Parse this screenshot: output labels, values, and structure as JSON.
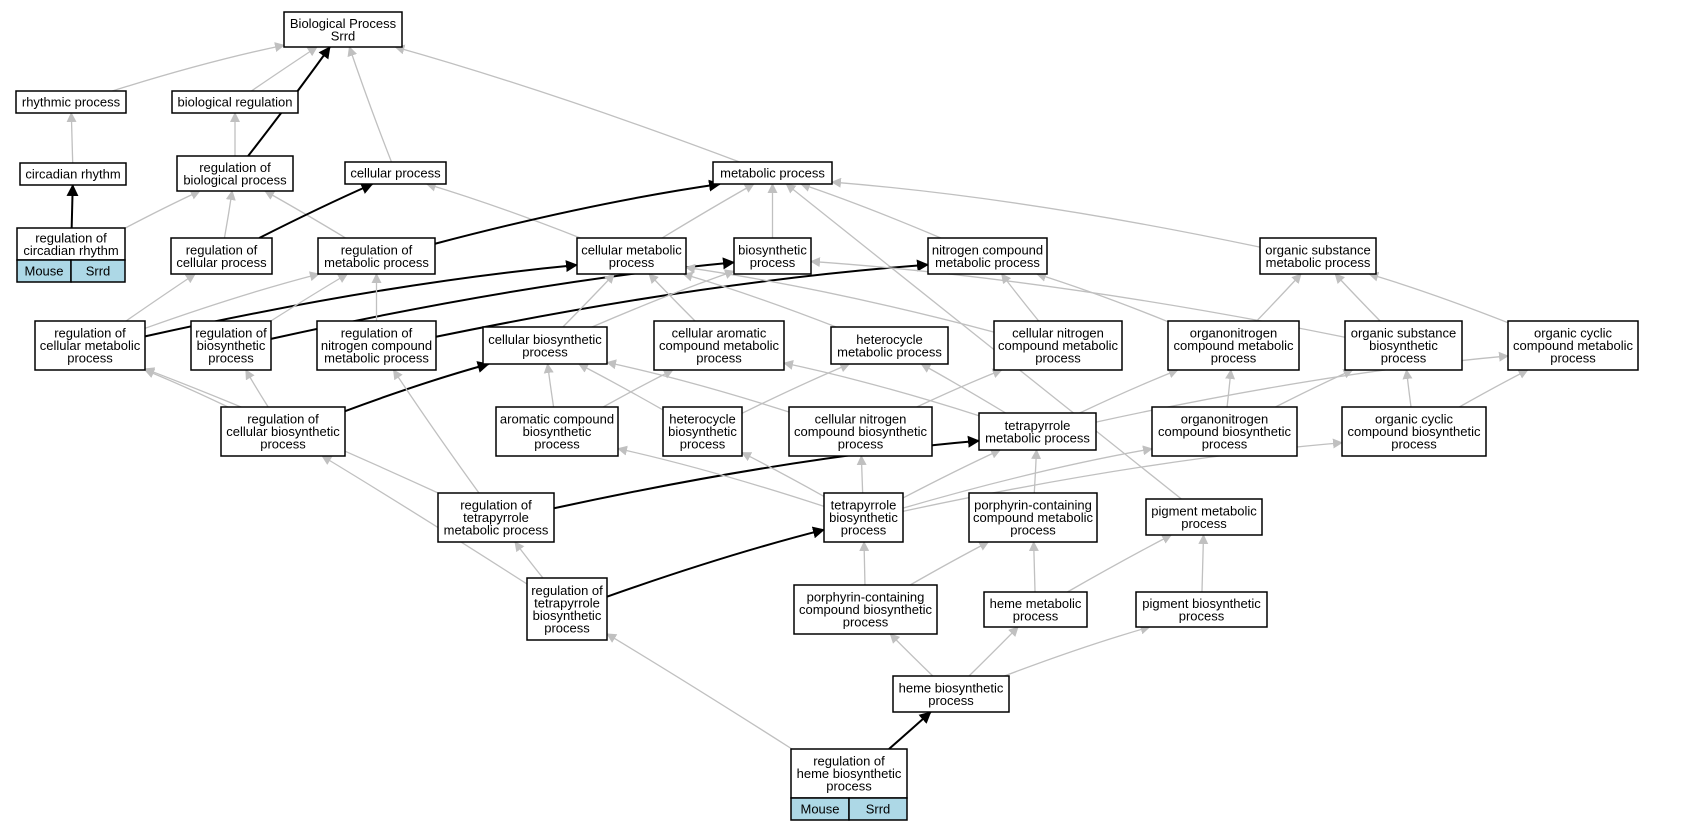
{
  "colors": {
    "node_fill": "#ffffff",
    "node_border": "#000000",
    "edge_inferred": "#c0c0c0",
    "edge_direct": "#000000",
    "organism_cell": "#add8e6"
  },
  "nodes": {
    "root": [
      "Biological Process",
      "Srrd"
    ],
    "rhythmic": [
      "rhythmic process"
    ],
    "bioreg": [
      "biological regulation"
    ],
    "circadian": [
      "circadian rhythm"
    ],
    "reg_bioproc": [
      "regulation of",
      "biological process"
    ],
    "cellproc": [
      "cellular process"
    ],
    "metproc": [
      "metabolic process"
    ],
    "reg_circ": [
      "regulation of",
      "circadian rhythm"
    ],
    "reg_cellproc": [
      "regulation of",
      "cellular process"
    ],
    "reg_metproc": [
      "regulation of",
      "metabolic process"
    ],
    "cellmet": [
      "cellular metabolic",
      "process"
    ],
    "biosyn": [
      "biosynthetic",
      "process"
    ],
    "nitro_met": [
      "nitrogen compound",
      "metabolic process"
    ],
    "orgsub_met": [
      "organic substance",
      "metabolic process"
    ],
    "reg_cellmet": [
      "regulation of",
      "cellular metabolic",
      "process"
    ],
    "reg_biosyn": [
      "regulation of",
      "biosynthetic",
      "process"
    ],
    "reg_nitro": [
      "regulation of",
      "nitrogen compound",
      "metabolic process"
    ],
    "cell_biosyn": [
      "cellular biosynthetic",
      "process"
    ],
    "cell_arom": [
      "cellular aromatic",
      "compound metabolic",
      "process"
    ],
    "hetero_met": [
      "heterocycle",
      "metabolic process"
    ],
    "cell_nitro": [
      "cellular nitrogen",
      "compound metabolic",
      "process"
    ],
    "orgnitro_met": [
      "organonitrogen",
      "compound metabolic",
      "process"
    ],
    "orgsub_bio": [
      "organic substance",
      "biosynthetic",
      "process"
    ],
    "orgcyc_met": [
      "organic cyclic",
      "compound metabolic",
      "process"
    ],
    "reg_cell_biosyn": [
      "regulation of",
      "cellular biosynthetic",
      "process"
    ],
    "arom_biosyn": [
      "aromatic compound",
      "biosynthetic",
      "process"
    ],
    "hetero_bio": [
      "heterocycle",
      "biosynthetic",
      "process"
    ],
    "cell_nitro_bio": [
      "cellular nitrogen",
      "compound biosynthetic",
      "process"
    ],
    "tetra_met": [
      "tetrapyrrole",
      "metabolic process"
    ],
    "orgnitro_bio": [
      "organonitrogen",
      "compound biosynthetic",
      "process"
    ],
    "orgcyc_bio": [
      "organic cyclic",
      "compound biosynthetic",
      "process"
    ],
    "reg_tetra": [
      "regulation of",
      "tetrapyrrole",
      "metabolic process"
    ],
    "tetra_bio": [
      "tetrapyrrole",
      "biosynthetic",
      "process"
    ],
    "porph_met": [
      "porphyrin-containing",
      "compound metabolic",
      "process"
    ],
    "pigment_met": [
      "pigment metabolic",
      "process"
    ],
    "reg_tetra_bio": [
      "regulation of",
      "tetrapyrrole",
      "biosynthetic",
      "process"
    ],
    "porph_bio": [
      "porphyrin-containing",
      "compound biosynthetic",
      "process"
    ],
    "heme_met": [
      "heme metabolic",
      "process"
    ],
    "pigment_bio": [
      "pigment biosynthetic",
      "process"
    ],
    "heme_bio": [
      "heme biosynthetic",
      "process"
    ],
    "reg_heme": [
      "regulation of",
      "heme biosynthetic",
      "process"
    ]
  },
  "organism_tags": {
    "reg_circ": [
      "Mouse",
      "Srrd"
    ],
    "reg_heme": [
      "Mouse",
      "Srrd"
    ]
  },
  "edges": [
    [
      "rhythmic",
      "root",
      "inferred"
    ],
    [
      "bioreg",
      "root",
      "inferred"
    ],
    [
      "reg_bioproc",
      "root",
      "direct"
    ],
    [
      "cellproc",
      "root",
      "inferred"
    ],
    [
      "metproc",
      "root",
      "inferred"
    ],
    [
      "circadian",
      "rhythmic",
      "inferred"
    ],
    [
      "reg_bioproc",
      "bioreg",
      "inferred"
    ],
    [
      "reg_circ",
      "circadian",
      "direct"
    ],
    [
      "reg_circ",
      "reg_bioproc",
      "inferred"
    ],
    [
      "reg_cellproc",
      "reg_bioproc",
      "inferred"
    ],
    [
      "reg_metproc",
      "reg_bioproc",
      "inferred"
    ],
    [
      "reg_cellproc",
      "cellproc",
      "direct"
    ],
    [
      "cellmet",
      "cellproc",
      "inferred"
    ],
    [
      "reg_metproc",
      "metproc",
      "direct"
    ],
    [
      "cellmet",
      "metproc",
      "inferred"
    ],
    [
      "biosyn",
      "metproc",
      "inferred"
    ],
    [
      "nitro_met",
      "metproc",
      "inferred"
    ],
    [
      "orgsub_met",
      "metproc",
      "inferred"
    ],
    [
      "pigment_met",
      "metproc",
      "inferred"
    ],
    [
      "reg_cellmet",
      "reg_cellproc",
      "inferred"
    ],
    [
      "reg_cellmet",
      "reg_metproc",
      "inferred"
    ],
    [
      "reg_cellmet",
      "cellmet",
      "direct"
    ],
    [
      "reg_biosyn",
      "reg_metproc",
      "inferred"
    ],
    [
      "reg_biosyn",
      "biosyn",
      "direct"
    ],
    [
      "reg_nitro",
      "reg_metproc",
      "inferred"
    ],
    [
      "reg_nitro",
      "nitro_met",
      "direct"
    ],
    [
      "cell_biosyn",
      "cellmet",
      "inferred"
    ],
    [
      "cell_biosyn",
      "biosyn",
      "inferred"
    ],
    [
      "cell_arom",
      "cellmet",
      "inferred"
    ],
    [
      "hetero_met",
      "cellmet",
      "inferred"
    ],
    [
      "cell_nitro",
      "cellmet",
      "inferred"
    ],
    [
      "cell_nitro",
      "nitro_met",
      "inferred"
    ],
    [
      "orgnitro_met",
      "nitro_met",
      "inferred"
    ],
    [
      "orgnitro_met",
      "orgsub_met",
      "inferred"
    ],
    [
      "orgsub_bio",
      "orgsub_met",
      "inferred"
    ],
    [
      "orgsub_bio",
      "biosyn",
      "inferred"
    ],
    [
      "orgcyc_met",
      "orgsub_met",
      "inferred"
    ],
    [
      "reg_cell_biosyn",
      "reg_cellmet",
      "inferred"
    ],
    [
      "reg_cell_biosyn",
      "reg_biosyn",
      "inferred"
    ],
    [
      "reg_cell_biosyn",
      "cell_biosyn",
      "direct"
    ],
    [
      "arom_biosyn",
      "cell_biosyn",
      "inferred"
    ],
    [
      "arom_biosyn",
      "cell_arom",
      "inferred"
    ],
    [
      "hetero_bio",
      "cell_biosyn",
      "inferred"
    ],
    [
      "hetero_bio",
      "hetero_met",
      "inferred"
    ],
    [
      "cell_nitro_bio",
      "cell_biosyn",
      "inferred"
    ],
    [
      "cell_nitro_bio",
      "cell_nitro",
      "inferred"
    ],
    [
      "tetra_met",
      "cell_arom",
      "inferred"
    ],
    [
      "tetra_met",
      "hetero_met",
      "inferred"
    ],
    [
      "tetra_met",
      "orgnitro_met",
      "inferred"
    ],
    [
      "tetra_met",
      "orgcyc_met",
      "inferred"
    ],
    [
      "orgnitro_bio",
      "orgnitro_met",
      "inferred"
    ],
    [
      "orgnitro_bio",
      "orgsub_bio",
      "inferred"
    ],
    [
      "orgcyc_bio",
      "orgcyc_met",
      "inferred"
    ],
    [
      "orgcyc_bio",
      "orgsub_bio",
      "inferred"
    ],
    [
      "reg_tetra",
      "reg_cellmet",
      "inferred"
    ],
    [
      "reg_tetra",
      "reg_nitro",
      "inferred"
    ],
    [
      "reg_tetra",
      "tetra_met",
      "direct"
    ],
    [
      "tetra_bio",
      "arom_biosyn",
      "inferred"
    ],
    [
      "tetra_bio",
      "hetero_bio",
      "inferred"
    ],
    [
      "tetra_bio",
      "cell_nitro_bio",
      "inferred"
    ],
    [
      "tetra_bio",
      "tetra_met",
      "inferred"
    ],
    [
      "tetra_bio",
      "orgnitro_bio",
      "inferred"
    ],
    [
      "tetra_bio",
      "orgcyc_bio",
      "inferred"
    ],
    [
      "porph_met",
      "tetra_met",
      "inferred"
    ],
    [
      "reg_tetra_bio",
      "reg_cell_biosyn",
      "inferred"
    ],
    [
      "reg_tetra_bio",
      "reg_tetra",
      "inferred"
    ],
    [
      "reg_tetra_bio",
      "tetra_bio",
      "direct"
    ],
    [
      "porph_bio",
      "tetra_bio",
      "inferred"
    ],
    [
      "porph_bio",
      "porph_met",
      "inferred"
    ],
    [
      "heme_met",
      "porph_met",
      "inferred"
    ],
    [
      "heme_met",
      "pigment_met",
      "inferred"
    ],
    [
      "pigment_bio",
      "pigment_met",
      "inferred"
    ],
    [
      "heme_bio",
      "porph_bio",
      "inferred"
    ],
    [
      "heme_bio",
      "heme_met",
      "inferred"
    ],
    [
      "heme_bio",
      "pigment_bio",
      "inferred"
    ],
    [
      "reg_heme",
      "reg_tetra_bio",
      "inferred"
    ],
    [
      "reg_heme",
      "heme_bio",
      "direct"
    ]
  ]
}
